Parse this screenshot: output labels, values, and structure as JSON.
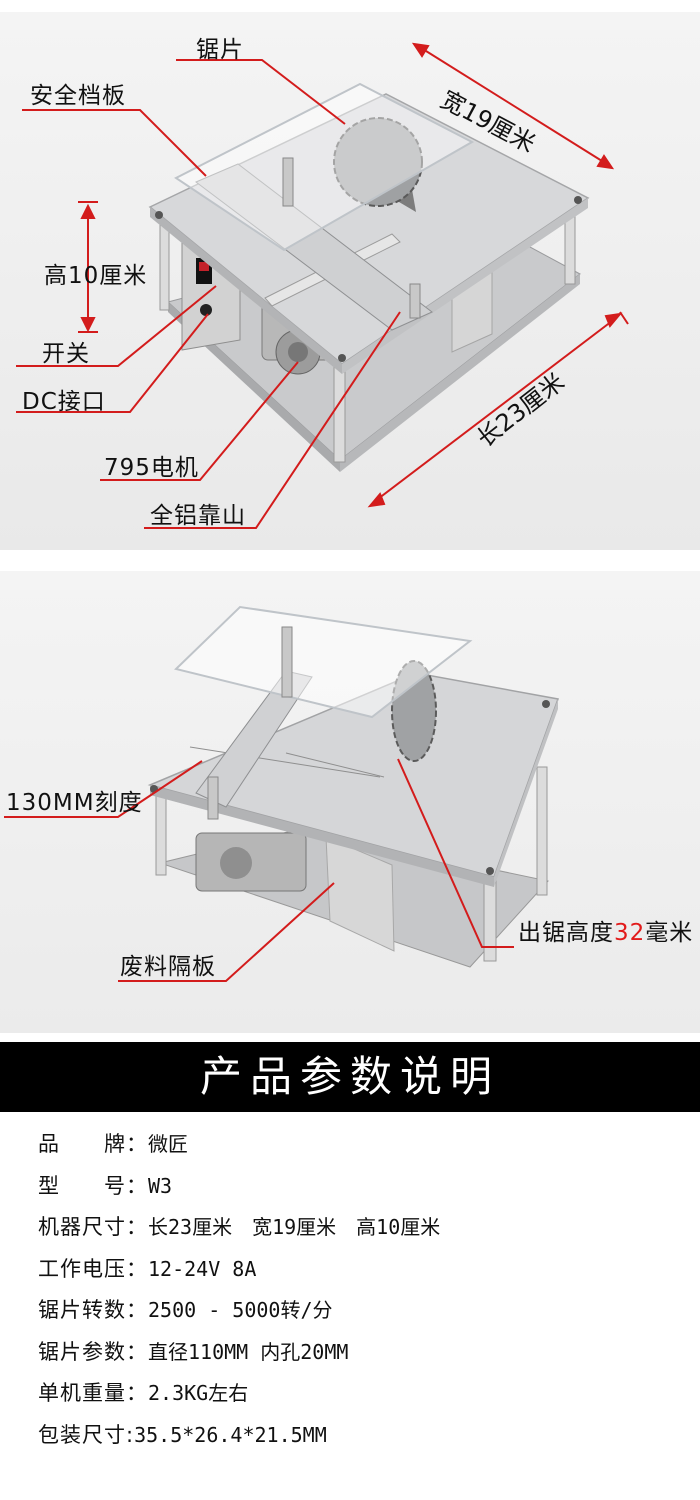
{
  "photo1": {
    "labels": {
      "blade": "锯片",
      "safety_guard": "安全档板",
      "height": "高10厘米",
      "switch": "开关",
      "dc_port": "DC接口",
      "motor": "795电机",
      "fence": "全铝靠山",
      "width": "宽19厘米",
      "length": "长23厘米"
    }
  },
  "photo2": {
    "labels": {
      "scale": "130MM刻度",
      "cut_height_prefix": "出锯高度",
      "cut_height_value": "32",
      "cut_height_suffix": "毫米",
      "waste_divider": "废料隔板"
    }
  },
  "specs": {
    "title": "产品参数说明",
    "rows": [
      {
        "key": "品　　牌：",
        "value": "微匠"
      },
      {
        "key": "型　　号：",
        "value": "W3"
      },
      {
        "key": "机器尺寸：",
        "value": "长23厘米　宽19厘米　高10厘米"
      },
      {
        "key": "工作电压：",
        "value": "12-24V  8A"
      },
      {
        "key": "锯片转数：",
        "value": "2500 - 5000转/分"
      },
      {
        "key": "锯片参数：",
        "value": "直径110MM 内孔20MM"
      },
      {
        "key": "单机重量：",
        "value": "2.3KG左右"
      },
      {
        "key": "包装尺寸:",
        "value": "35.5*26.4*21.5MM"
      }
    ]
  },
  "colors": {
    "accent": "#e21b1b",
    "banner": "#000000",
    "callout_line": "#d31c1c"
  }
}
